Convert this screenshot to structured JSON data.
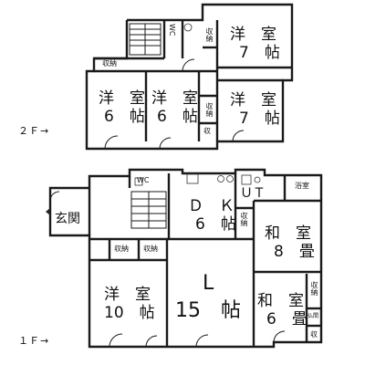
{
  "floor2": {
    "label": "２Ｆ→",
    "rooms": {
      "yoshitsu_7_top": {
        "type": "洋　室",
        "size": "7",
        "unit": "帖"
      },
      "yoshitsu_6_left": {
        "type": "洋　室",
        "size": "6",
        "unit": "帖"
      },
      "yoshitsu_6_mid": {
        "type": "洋　室",
        "size": "6",
        "unit": "帖"
      },
      "yoshitsu_7_right": {
        "type": "洋　室",
        "size": "7",
        "unit": "帖"
      },
      "wc": "WC",
      "storage_top": "収納",
      "storage_left": "収納",
      "storage_mid": "収納",
      "storage_small": "収"
    }
  },
  "floor1": {
    "label": "１Ｆ→",
    "rooms": {
      "wc": "WC",
      "bath": "浴室",
      "ut": "ＵＴ",
      "entrance": "玄関",
      "dk": {
        "type": "Ｄ　Ｋ",
        "size": "6",
        "unit": "帖"
      },
      "washitsu_8": {
        "type": "和　室",
        "size": "8",
        "unit": "畳"
      },
      "living": {
        "type": "L",
        "size": "15",
        "unit": "帖"
      },
      "yoshitsu_10": {
        "type": "洋　室",
        "size": "10",
        "unit": "帖"
      },
      "washitsu_6": {
        "type": "和　室",
        "size": "6",
        "unit": "畳"
      },
      "storage_dk": "収納",
      "storage_a": "収納",
      "storage_b": "収納",
      "storage_right": "収納",
      "butsuma": "仏間",
      "storage_bottom": "収"
    }
  }
}
